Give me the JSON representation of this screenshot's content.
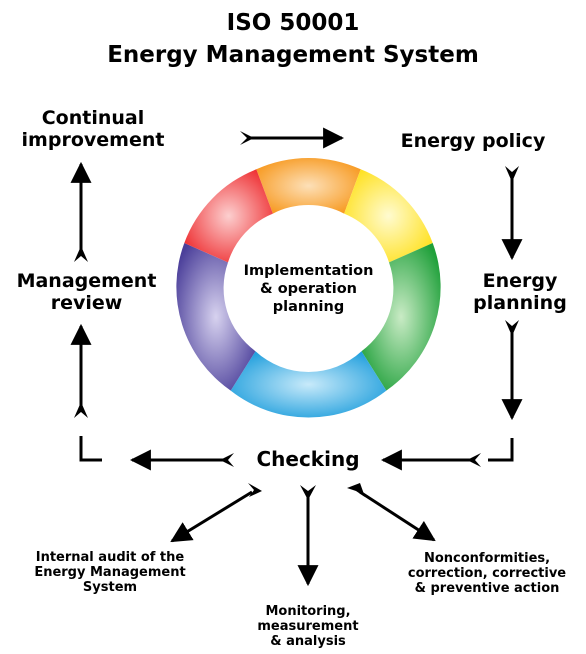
{
  "title": {
    "line1": "ISO 50001",
    "line2": "Energy Management System"
  },
  "cycle": {
    "center_line1": "Implementation",
    "center_line2": "& operation",
    "center_line3": "planning",
    "segment_colors": [
      "#f7981d",
      "#ffe01a",
      "#3cb04a",
      "#1c9ddc",
      "#4b3f9a",
      "#ee2b2e"
    ]
  },
  "nodes": {
    "continual_improvement_line1": "Continual",
    "continual_improvement_line2": "improvement",
    "energy_policy": "Energy policy",
    "energy_planning_line1": "Energy",
    "energy_planning_line2": "planning",
    "management_review_line1": "Management",
    "management_review_line2": "review",
    "checking": "Checking"
  },
  "outputs": {
    "internal_audit_line1": "Internal audit of the",
    "internal_audit_line2": "Energy Management",
    "internal_audit_line3": "System",
    "monitoring_line1": "Monitoring,",
    "monitoring_line2": "measurement",
    "monitoring_line3": "& analysis",
    "nonconformities_line1": "Nonconformities,",
    "nonconformities_line2": "correction, corrective",
    "nonconformities_line3": "& preventive action"
  }
}
